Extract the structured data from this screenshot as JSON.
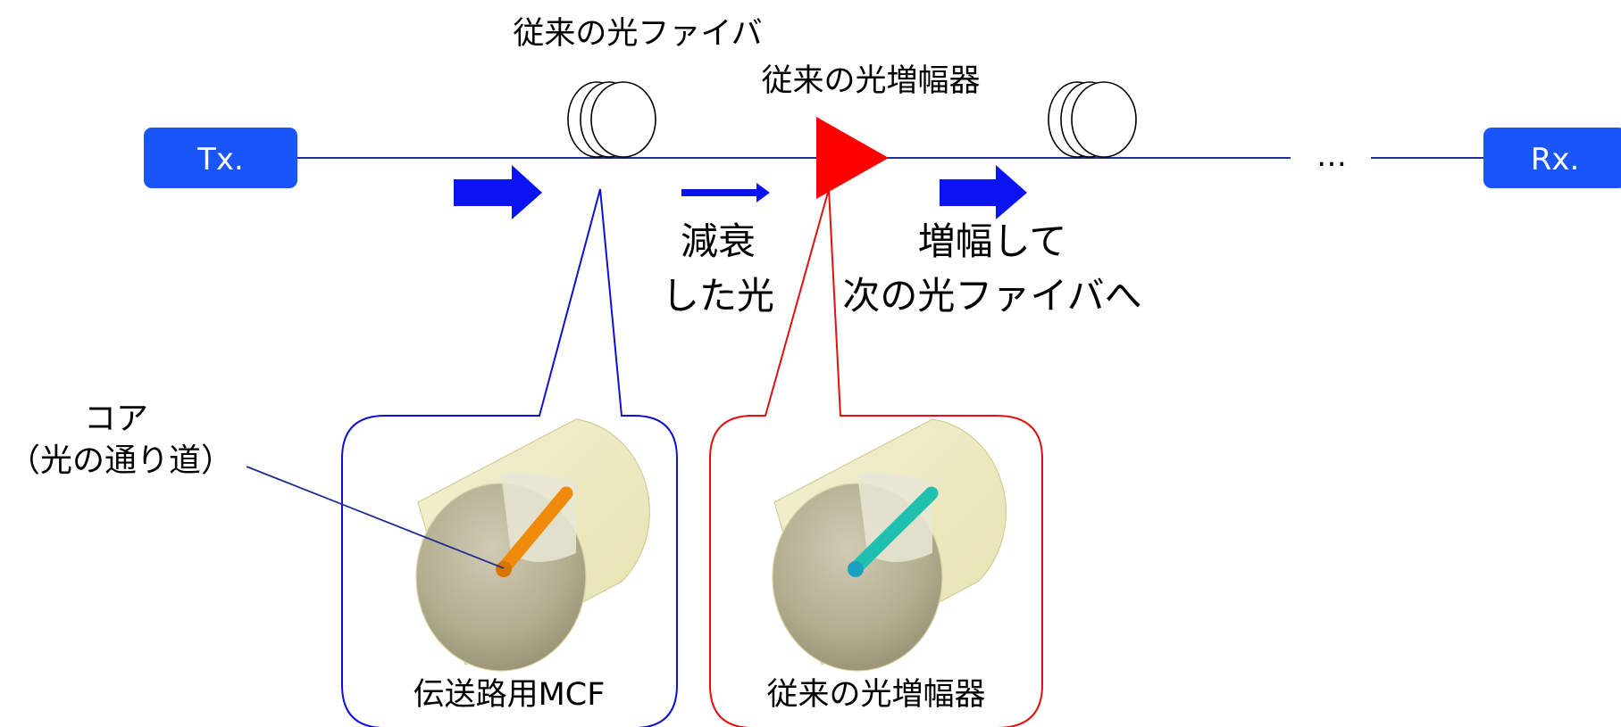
{
  "endpoints": {
    "tx_label": "Tx.",
    "rx_label": "Rx."
  },
  "labels": {
    "conventional_fiber": "従来の光ファイバ",
    "conventional_amplifier": "従来の光増幅器",
    "attenuated_line1": "減衰",
    "attenuated_line2": "した光",
    "amplified_line1": "増幅して",
    "amplified_line2": "次の光ファイバへ",
    "ellipsis": "…",
    "core_line1": "コア",
    "core_line2": "（光の通り道）"
  },
  "callouts": {
    "mcf_caption": "伝送路用MCF",
    "amp_caption": "従来の光増幅器"
  },
  "colors": {
    "endpoint_fill": "#1a55f7",
    "arrow_blue": "#0a14f0",
    "amplifier_red": "#ff0000",
    "mcf_border": "#1010d0",
    "amp_border": "#e01010",
    "core_orange": "#f08a0a",
    "core_teal": "#20c0b0"
  },
  "icons": [
    "fiber-coil-icon",
    "amplifier-triangle-icon",
    "arrow-right-icon",
    "fiber-cylinder-icon"
  ]
}
